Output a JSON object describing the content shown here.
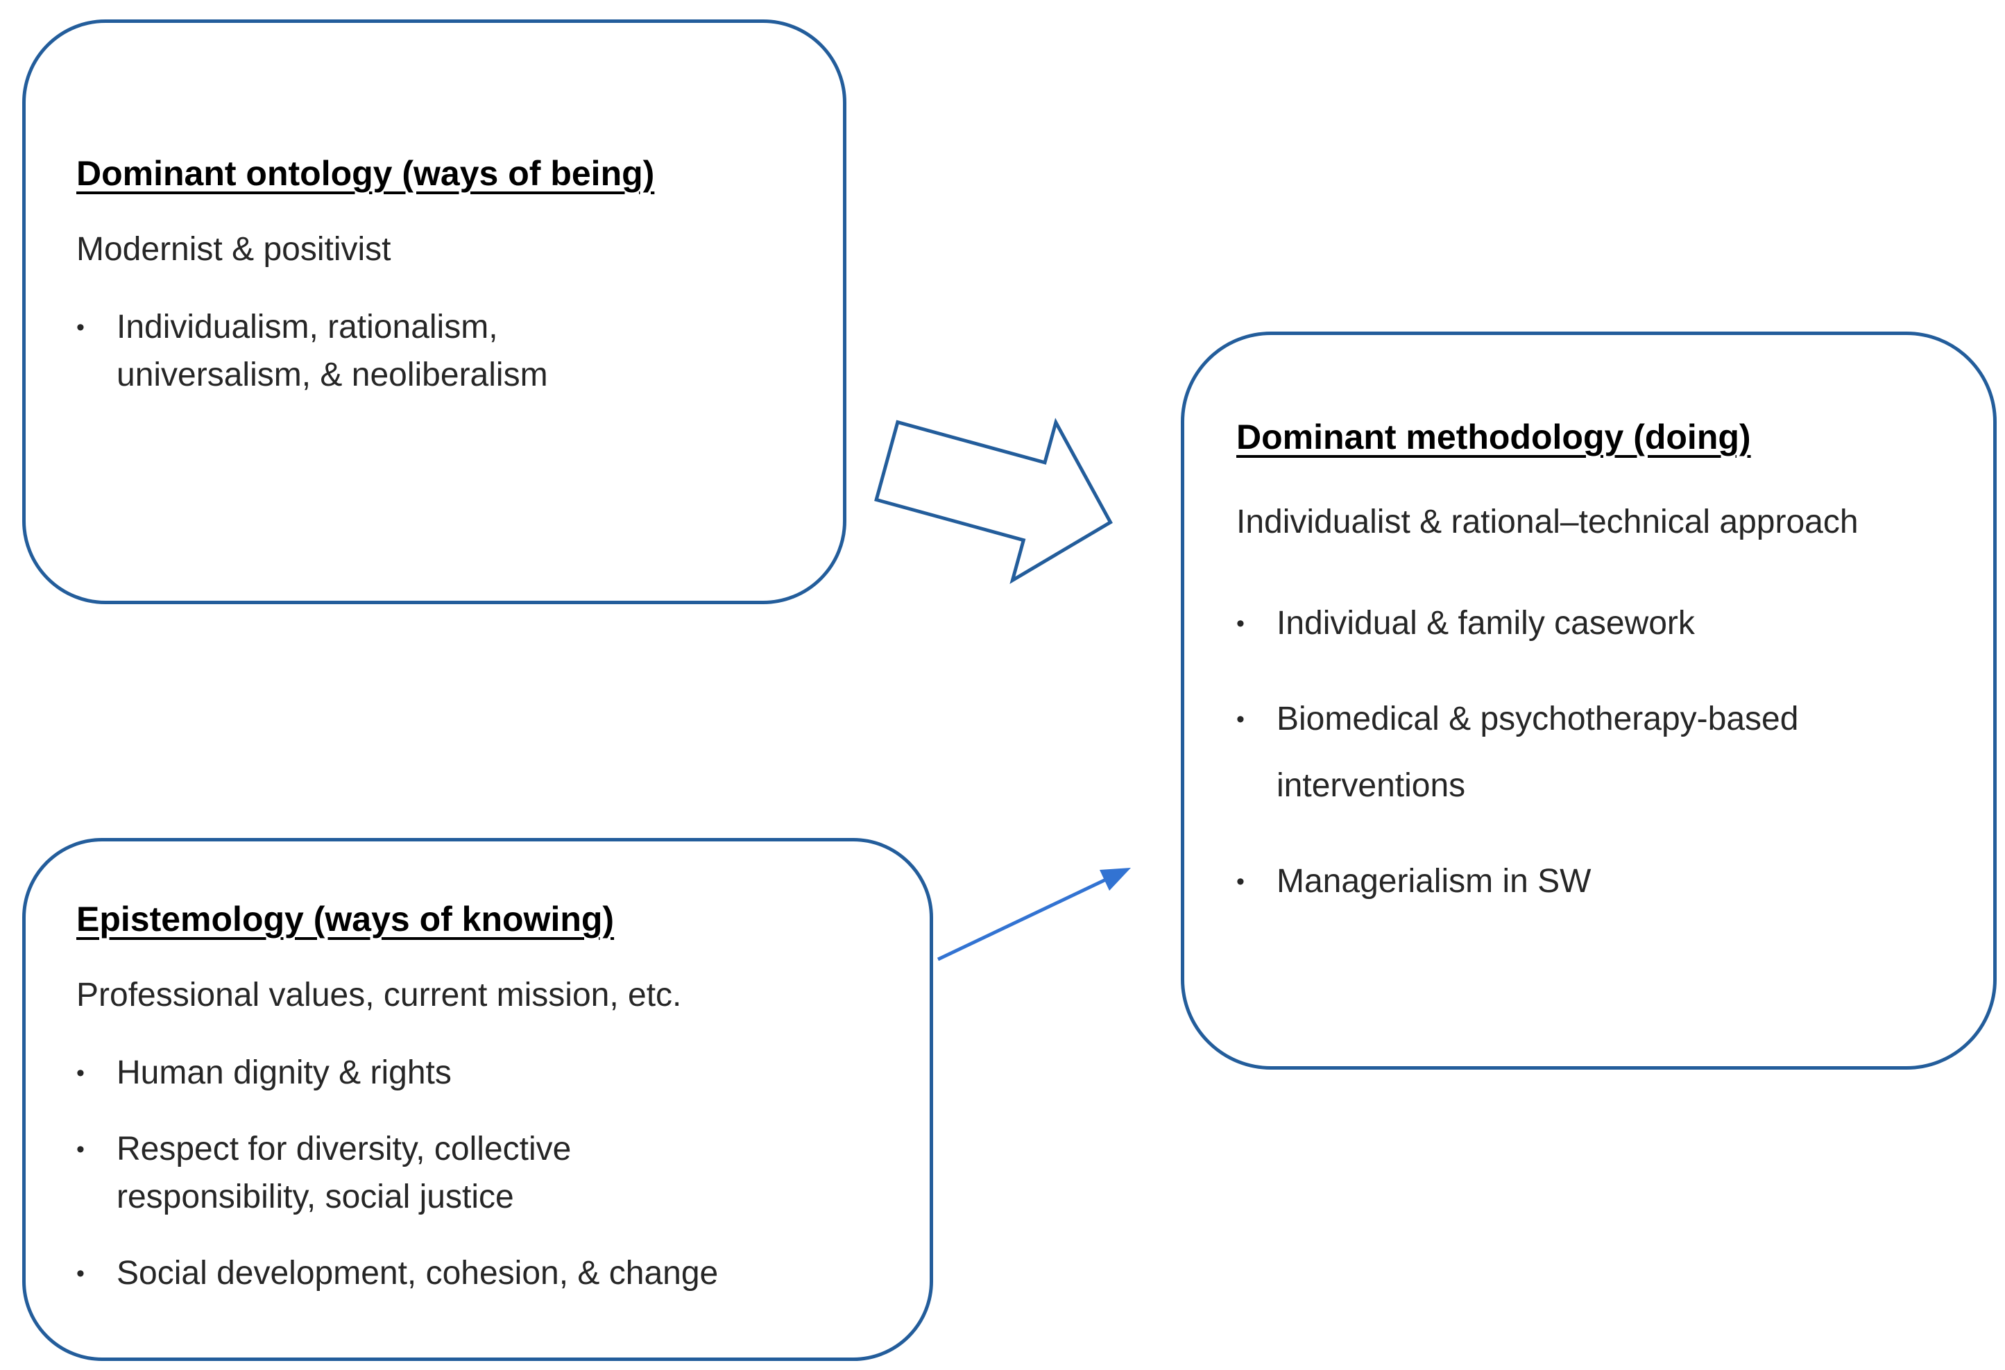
{
  "colors": {
    "background": "#ffffff",
    "text": "#262626",
    "box_border": "#235d9b",
    "block_arrow_outline": "#235d9b",
    "block_arrow_fill": "#ffffff",
    "thin_arrow": "#3273d2"
  },
  "bullet_char": "•",
  "boxes": {
    "ontology": {
      "title": "Dominant ontology (ways of being)",
      "subtitle": "Modernist & positivist",
      "bullets": [
        "Individualism, rationalism, universalism, & neoliberalism"
      ]
    },
    "epistemology": {
      "title": "Epistemology (ways of knowing)",
      "subtitle": "Professional values, current mission, etc.",
      "bullets": [
        "Human dignity & rights",
        "Respect for diversity, collective responsibility, social justice",
        "Social development, cohesion, & change"
      ]
    },
    "methodology": {
      "title": "Dominant methodology (doing)",
      "subtitle": "Individualist & rational–technical approach",
      "bullets": [
        "Individual & family casework",
        "Biomedical & psychotherapy-based interventions",
        "Managerialism in SW"
      ]
    }
  },
  "arrows": {
    "block_arrow": "ontology-to-methodology",
    "thin_arrow": "epistemology-to-methodology"
  }
}
